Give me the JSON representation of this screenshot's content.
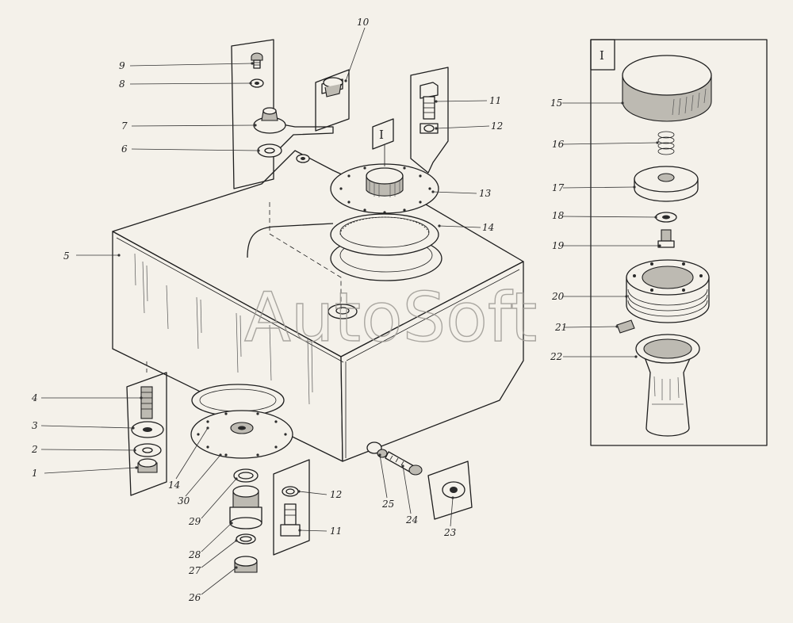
{
  "watermark": "AutoSoft",
  "inset_label": "I",
  "filler_marker": "I",
  "callouts": [
    {
      "id": "c1",
      "text": "1"
    },
    {
      "id": "c2",
      "text": "2"
    },
    {
      "id": "c3",
      "text": "3"
    },
    {
      "id": "c4",
      "text": "4"
    },
    {
      "id": "c5",
      "text": "5"
    },
    {
      "id": "c6",
      "text": "6"
    },
    {
      "id": "c7",
      "text": "7"
    },
    {
      "id": "c8",
      "text": "8"
    },
    {
      "id": "c9",
      "text": "9"
    },
    {
      "id": "c10",
      "text": "10"
    },
    {
      "id": "c11a",
      "text": "11"
    },
    {
      "id": "c12a",
      "text": "12"
    },
    {
      "id": "c13",
      "text": "13"
    },
    {
      "id": "c14a",
      "text": "14"
    },
    {
      "id": "c15",
      "text": "15"
    },
    {
      "id": "c16",
      "text": "16"
    },
    {
      "id": "c17",
      "text": "17"
    },
    {
      "id": "c18",
      "text": "18"
    },
    {
      "id": "c19",
      "text": "19"
    },
    {
      "id": "c20",
      "text": "20"
    },
    {
      "id": "c21",
      "text": "21"
    },
    {
      "id": "c22",
      "text": "22"
    },
    {
      "id": "c23",
      "text": "23"
    },
    {
      "id": "c24",
      "text": "24"
    },
    {
      "id": "c25",
      "text": "25"
    },
    {
      "id": "c26",
      "text": "26"
    },
    {
      "id": "c27",
      "text": "27"
    },
    {
      "id": "c28",
      "text": "28"
    },
    {
      "id": "c29",
      "text": "29"
    },
    {
      "id": "c30",
      "text": "30"
    },
    {
      "id": "c14b",
      "text": "14"
    },
    {
      "id": "c12b",
      "text": "12"
    },
    {
      "id": "c11b",
      "text": "11"
    }
  ]
}
